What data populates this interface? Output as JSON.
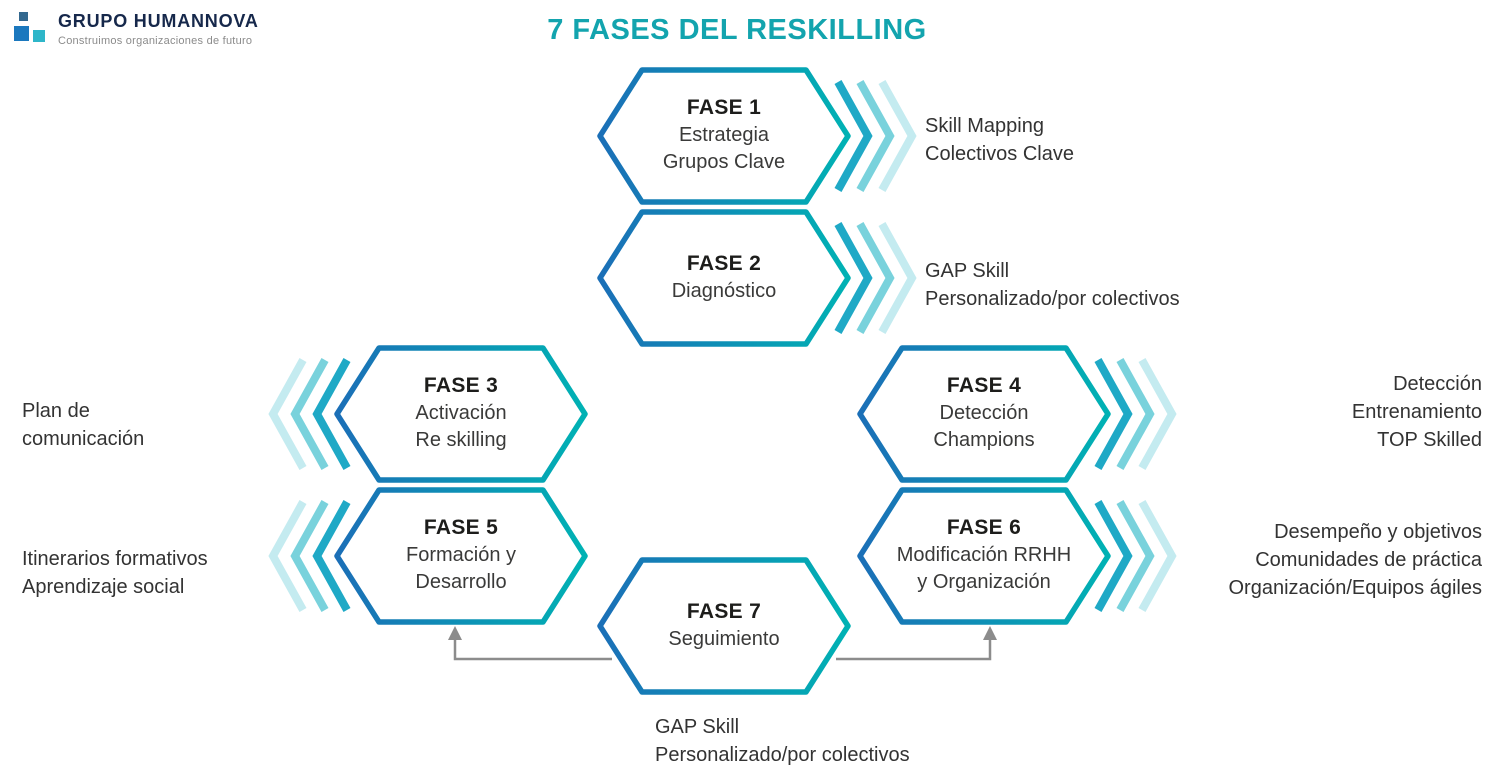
{
  "logo": {
    "title": "GRUPO HUMANNOVA",
    "subtitle": "Construimos organizaciones de futuro"
  },
  "title": "7 FASES DEL RESKILLING",
  "phases": [
    {
      "label": "FASE 1",
      "body": "Estrategia\nGrupos Clave"
    },
    {
      "label": "FASE 2",
      "body": "Diagnóstico"
    },
    {
      "label": "FASE 3",
      "body": "Activación\nRe skilling"
    },
    {
      "label": "FASE 4",
      "body": "Detección\nChampions"
    },
    {
      "label": "FASE 5",
      "body": "Formación y\nDesarrollo"
    },
    {
      "label": "FASE 6",
      "body": "Modificación RRHH\ny Organización"
    },
    {
      "label": "FASE 7",
      "body": "Seguimiento"
    }
  ],
  "annotations": [
    {
      "for": "FASE 1",
      "side": "right",
      "text": "Skill Mapping\nColectivos Clave"
    },
    {
      "for": "FASE 2",
      "side": "right",
      "text": "GAP Skill\nPersonalizado/por colectivos"
    },
    {
      "for": "FASE 3",
      "side": "left",
      "text": "Plan de\ncomunicación"
    },
    {
      "for": "FASE 4",
      "side": "right",
      "text": "Detección\nEntrenamiento\nTOP Skilled"
    },
    {
      "for": "FASE 5",
      "side": "left",
      "text": "Itinerarios formativos\nAprendizaje social"
    },
    {
      "for": "FASE 6",
      "side": "right",
      "text": "Desempeño y objetivos\nComunidades de práctica\nOrganización/Equipos ágiles"
    },
    {
      "for": "FASE 7",
      "side": "bottom",
      "text": "GAP Skill\nPersonalizado/por colectivos"
    }
  ],
  "colors": {
    "title": "#13a4ae",
    "hex_gradient_start": "#1b6fb7",
    "hex_gradient_end": "#00b2b4",
    "chevron_dark": "#1fa9c6",
    "chevron_mid": "#79d2dc",
    "chevron_light": "#c4ebf0",
    "arrow": "#8c8c8c",
    "logo_navy": "#16284b",
    "logo_blue": "#1b78be",
    "logo_teal": "#2eb6c9"
  }
}
